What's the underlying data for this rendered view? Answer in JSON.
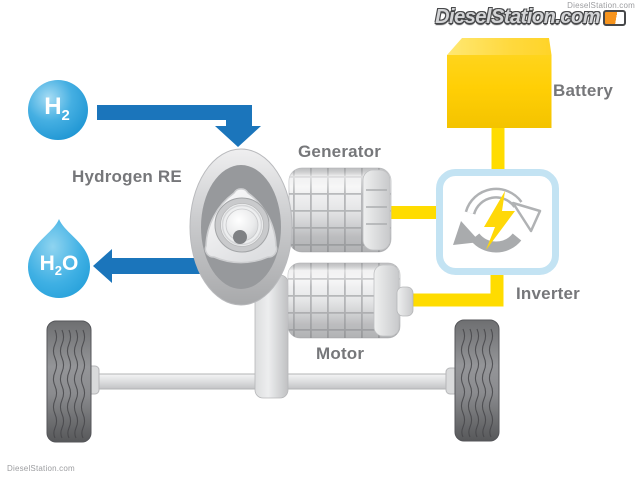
{
  "branding": {
    "watermark_top": "DieselStation.com",
    "logo": "DieselStation.com",
    "watermark_bottom": "DieselStation.com"
  },
  "diagram": {
    "h2": {
      "symbol": "H",
      "subscript": "2"
    },
    "h2o": {
      "prefix": "H",
      "subscript": "2",
      "suffix": "O"
    },
    "labels": {
      "hydrogen_re": "Hydrogen RE",
      "generator": "Generator",
      "motor": "Motor",
      "battery": "Battery",
      "inverter": "Inverter"
    },
    "colors": {
      "hydrogen_blue": "#1E98D6",
      "water_blue": "#2AA4DE",
      "flow_arrow_blue": "#1B75BB",
      "electric_yellow": "#FFDC00",
      "battery_yellow": "#FFD200",
      "inverter_border": "#C3E3F3",
      "label_gray": "#76777A"
    }
  }
}
